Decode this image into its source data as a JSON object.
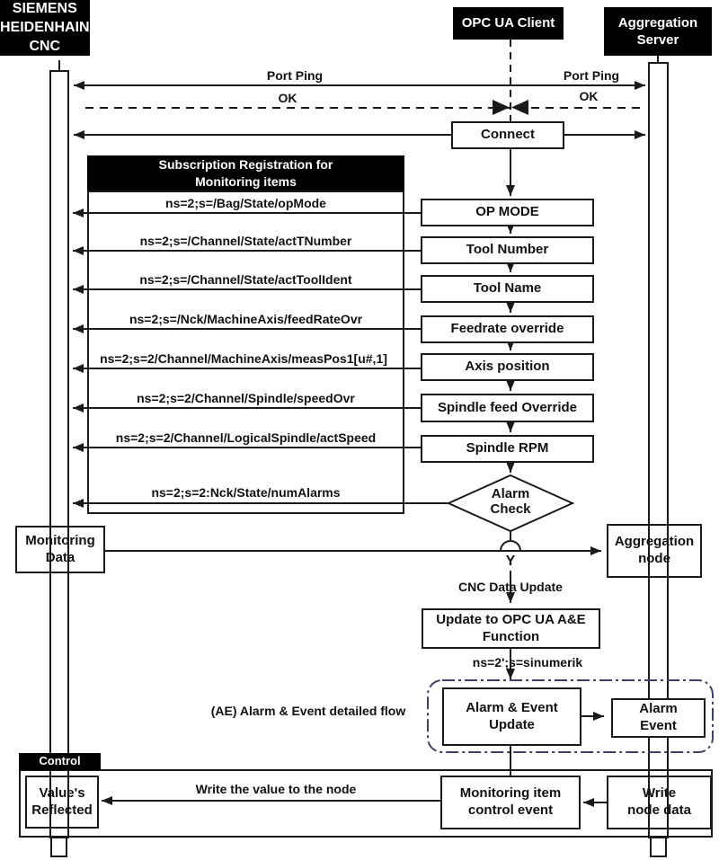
{
  "actors": {
    "cnc": "SIEMENS\nHEIDENHAIN\nCNC",
    "client": "OPC UA Client",
    "server": "Aggregation\nServer"
  },
  "handshake": {
    "port_ping_left": "Port Ping",
    "port_ping_right": "Port Ping",
    "ok_left": "OK",
    "ok_right": "OK",
    "connect": "Connect"
  },
  "subscription": {
    "header": "Subscription Registration for\nMonitoring items",
    "items": [
      {
        "ns": "ns=2;s=/Bag/State/opMode",
        "node": "OP MODE"
      },
      {
        "ns": "ns=2;s=/Channel/State/actTNumber",
        "node": "Tool Number"
      },
      {
        "ns": "ns=2;s=/Channel/State/actToolIdent",
        "node": "Tool Name"
      },
      {
        "ns": "ns=2;s=/Nck/MachineAxis/feedRateOvr",
        "node": "Feedrate override"
      },
      {
        "ns": "ns=2;s=2/Channel/MachineAxis/measPos1[u#,1]",
        "node": "Axis position"
      },
      {
        "ns": "ns=2;s=2/Channel/Spindle/speedOvr",
        "node": "Spindle feed Override"
      },
      {
        "ns": "ns=2;s=2/Channel/LogicalSpindle/actSpeed",
        "node": "Spindle RPM"
      },
      {
        "ns": "ns=2;s=2:Nck/State/numAlarms",
        "node": "Alarm\nCheck"
      }
    ]
  },
  "flow": {
    "monitoring_data": "Monitoring\nData",
    "aggregation_node": "Aggregation\nnode",
    "yes_label": "Y",
    "cnc_data_update": "CNC Data Update",
    "update_function": "Update to OPC UA A&E\nFunction",
    "sinumerik": "ns=2';s=sinumerik",
    "ae_flow_label": "(AE) Alarm & Event detailed flow",
    "alarm_event_update": "Alarm & Event\nUpdate",
    "alarm_event": "Alarm\nEvent"
  },
  "control": {
    "tab": "Control",
    "values_reflected": "Value's\nReflected",
    "write_value_label": "Write the value to the node",
    "monitoring_item": "Monitoring item\ncontrol event",
    "write_node": "Write\nnode data"
  },
  "colors": {
    "line": "#1a1a1a",
    "ae_border": "#3d4263"
  }
}
